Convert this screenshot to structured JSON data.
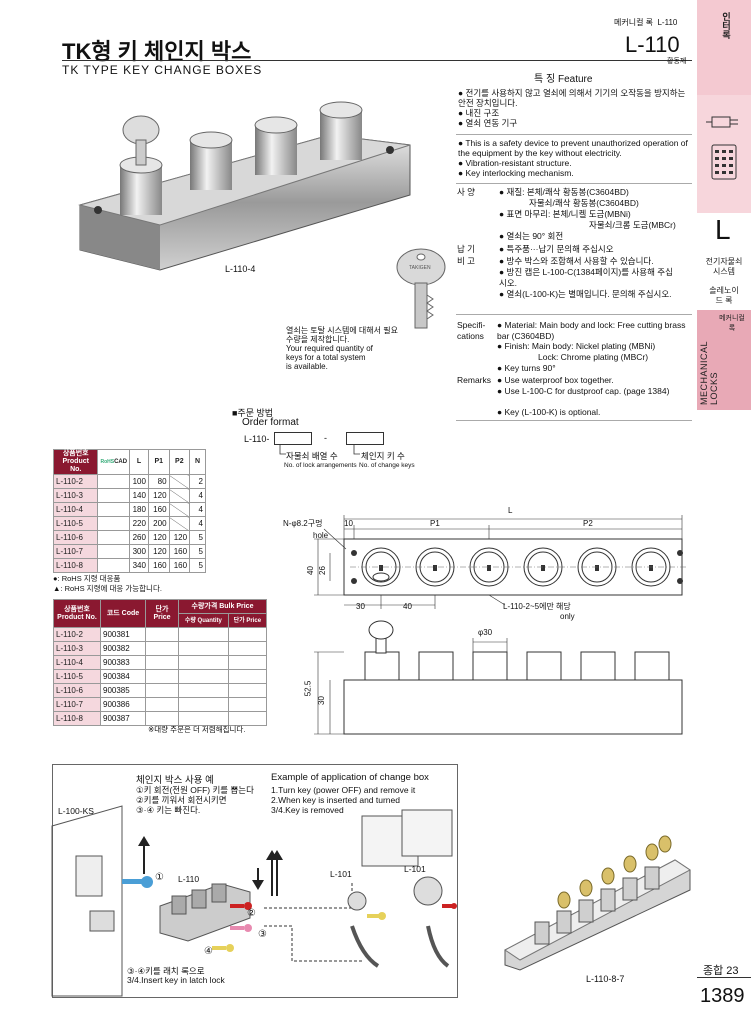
{
  "header": {
    "breadcrumb": "메커니컬 록",
    "breadcrumb_code": "L-110",
    "title_kr": "TK형 키 체인지 박스",
    "title_en": "TK TYPE KEY CHANGE BOXES",
    "code": "L-110",
    "material_tag": "황동제"
  },
  "sidebar": {
    "top_label": "인터록",
    "big_letter": "L",
    "item1": "전기자물쇠 시스템",
    "item2": "솔레노이드 록",
    "item3": "메커니컬 록",
    "vertical": "MECHANICAL LOCKS",
    "page_section": "종합 23",
    "page_number": "1389"
  },
  "photo": {
    "label1": "L-110-4",
    "note_kr": "열쇠는 토탈 시스템에 대해서 필요 수량을 제작합니다.",
    "note_en1": "Your required quantity of",
    "note_en2": "keys for a total system",
    "note_en3": "is available.",
    "key_brand": "TAKIGEN",
    "label2": "L-110-8-7"
  },
  "features": {
    "heading": "특 징 Feature",
    "kr": [
      "전기를 사용하지 않고 열쇠에 의해서 기기의 오작동을 방지하는 안전 장치입니다.",
      "내진 구조",
      "열쇠 연동 기구"
    ],
    "en": [
      "This is a safety device to prevent unauthorized operation of the equipment by the key without electricity.",
      "Vibration-resistant structure.",
      "Key interlocking mechanism."
    ]
  },
  "spec_kr": {
    "label_spec": "사 양",
    "label_delivery": "납 기",
    "label_remarks": "비 고",
    "material": "재질: 본체/쾌삭 황동봉(C3604BD)",
    "material2": "자물쇠/쾌삭 황동봉(C3604BD)",
    "finish": "표면 마무리: 본체/니켈 도금(MBNi)",
    "finish2": "자물쇠/크롬 도금(MBCr)",
    "turn": "열쇠는 90° 회전",
    "delivery": "특주품···납기 문의해 주십시오",
    "remark1": "방수 박스와 조합해서 사용할 수 있습니다.",
    "remark2": "방진 캡은 L-100-C(1384페이지)를 사용해 주십시오.",
    "remark3": "열쇠(L-100-K)는 별매입니다. 문의해 주십시오."
  },
  "spec_en": {
    "label_spec": "Specifi-cations",
    "label_remarks": "Remarks",
    "material": "Material: Main body and lock: Free cutting brass bar (C3604BD)",
    "finish1": "Finish: Main body: Nickel plating (MBNi)",
    "finish2": "Lock: Chrome plating (MBCr)",
    "turn": "Key turns 90°",
    "remark1": "Use waterproof box together.",
    "remark2": "Use L-100-C for dustproof cap. (page 1384)",
    "remark3": "Key (L-100-K) is optional."
  },
  "order": {
    "heading_kr": "■주문 방법",
    "heading_en": "Order format",
    "prefix": "L-110-",
    "dash": "-",
    "label1_kr": "자물쇠 배열 수",
    "label1_en": "No. of lock arrangements",
    "label2_kr": "체인지 키 수",
    "label2_en": "No. of change keys"
  },
  "table1": {
    "headers": [
      "상품번호 Product No.",
      "RoHS",
      "CAD",
      "L",
      "P1",
      "P2",
      "N"
    ],
    "rows": [
      [
        "L-110-2",
        "100",
        "80",
        "",
        "2"
      ],
      [
        "L-110-3",
        "140",
        "120",
        "",
        "4"
      ],
      [
        "L-110-4",
        "180",
        "160",
        "",
        "4"
      ],
      [
        "L-110-5",
        "220",
        "200",
        "",
        "4"
      ],
      [
        "L-110-6",
        "260",
        "120",
        "120",
        "5"
      ],
      [
        "L-110-7",
        "300",
        "120",
        "160",
        "5"
      ],
      [
        "L-110-8",
        "340",
        "160",
        "160",
        "5"
      ]
    ],
    "note1": "●: RoHS 지령 대응품",
    "note2": "▲: RoHS 지령에 대응 가능합니다."
  },
  "table2": {
    "headers": [
      "상품번호 Product No.",
      "코드 Code",
      "단가 Price",
      "수량가격 Bulk Price",
      "수량 Quantity",
      "단가 Price"
    ],
    "rows": [
      [
        "L-110-2",
        "900381"
      ],
      [
        "L-110-3",
        "900382"
      ],
      [
        "L-110-4",
        "900383"
      ],
      [
        "L-110-5",
        "900384"
      ],
      [
        "L-110-6",
        "900385"
      ],
      [
        "L-110-7",
        "900386"
      ],
      [
        "L-110-8",
        "900387"
      ]
    ],
    "note": "※대량 주문은 더 저렴해집니다."
  },
  "drawing": {
    "hole": "N-φ8.2구멍",
    "hole_en": "hole",
    "L": "L",
    "d10": "10",
    "P1": "P1",
    "P2": "P2",
    "d40": "40",
    "d26": "26",
    "d30": "30",
    "d40b": "40",
    "note": "L-110-2~5에만 해당",
    "note_en": "only",
    "phi30": "φ30",
    "h52": "52.5",
    "h30": "30"
  },
  "example": {
    "heading_kr": "체인지 박스 사용 예",
    "heading_en": "Example of application of change box",
    "kr1": "①키 회전(전원 OFF) 키를 뽑는다",
    "kr2": "②키를 끼워서 회전시키면",
    "kr3": "③·④ 키는 빠진다.",
    "en1": "1.Turn key (power OFF) and remove it",
    "en2": "2.When key is inserted and turned",
    "en3": "3/4.Key is removed",
    "label_l100ks": "L-100-KS",
    "label_l110": "L-110",
    "label_l101a": "L-101",
    "label_l101b": "L-101",
    "c1": "①",
    "c2": "②",
    "c3": "③",
    "c4": "④",
    "foot_kr": "③·④키를 래치 록으로",
    "foot_en": "3/4.Insert key in latch lock"
  },
  "colors": {
    "accent": "#8a1830",
    "tab": "#f4c9d1",
    "pn_bg": "#f5d8de"
  }
}
